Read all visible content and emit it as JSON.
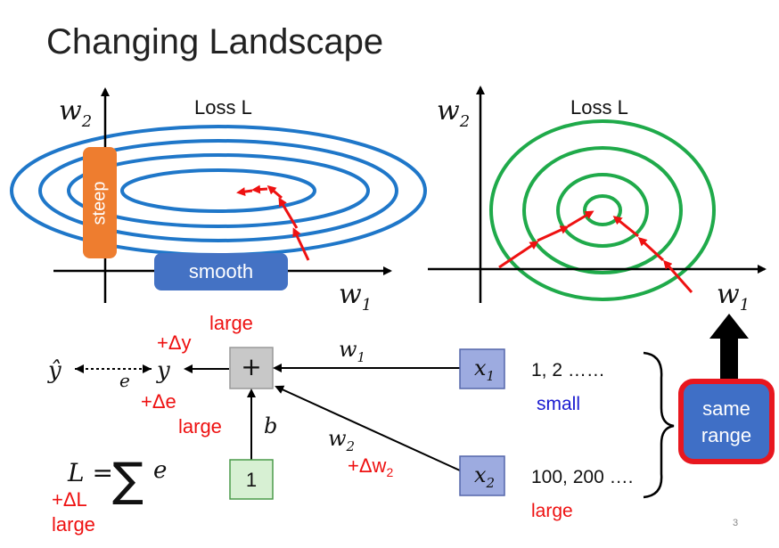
{
  "slide": {
    "title": "Changing Landscape",
    "page_number": "3"
  },
  "left_plot": {
    "title": "Loss L",
    "x_axis": "w",
    "x_sub": "1",
    "y_axis": "w",
    "y_sub": "2",
    "steep_label": "steep",
    "smooth_label": "smooth"
  },
  "right_plot": {
    "title": "Loss L",
    "x_axis": "w",
    "x_sub": "1",
    "y_axis": "w",
    "y_sub": "2"
  },
  "network": {
    "y_hat": "ŷ",
    "e_label": "e",
    "y_label": "y",
    "delta_y": "+Δy",
    "large_top": "large",
    "delta_e": "+Δe",
    "large_mid": "large",
    "sum_node": "+",
    "w1_label": "w",
    "w1_sub": "1",
    "w2_label": "w",
    "w2_sub": "2",
    "delta_w2": "+Δw",
    "delta_w2_sub": "2",
    "b_label": "b",
    "bias_node": "1",
    "x1_label": "x",
    "x1_sub": "1",
    "x2_label": "x",
    "x2_sub": "2",
    "x1_values": "1, 2 ……",
    "x1_note": "small",
    "x2_values": "100, 200 ….",
    "x2_note": "large",
    "loss_eq_left": "L =",
    "loss_eq_sum": "∑",
    "loss_eq_e": "e",
    "delta_L": "+ΔL",
    "large_bottom": "large",
    "same_range_line1": "same",
    "same_range_line2": "range"
  },
  "colors": {
    "ellipse_blue": "#1f77c9",
    "circle_green": "#1faa4a",
    "arrow_red": "#ee1111",
    "steep_orange": "#ee7d2f",
    "smooth_blue": "#4472c4",
    "node_gray": "#c8c8c8",
    "x_node_blue": "#9dabe0",
    "bias_green": "#d7f0d3",
    "same_range_fill": "#3f6fc6",
    "same_range_border": "#e8171f"
  }
}
